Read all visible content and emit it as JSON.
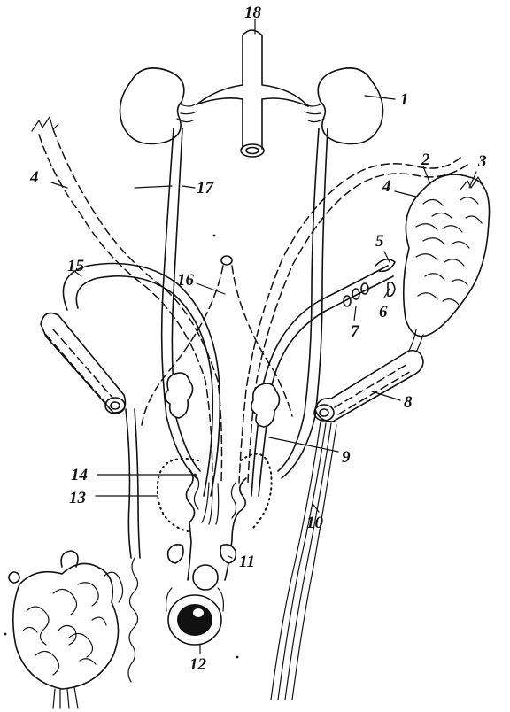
{
  "labels": [
    {
      "id": "1",
      "text": "1"
    },
    {
      "id": "2",
      "text": "2"
    },
    {
      "id": "3",
      "text": "3"
    },
    {
      "id": "4a",
      "text": "4"
    },
    {
      "id": "4b",
      "text": "4"
    },
    {
      "id": "5",
      "text": "5"
    },
    {
      "id": "6",
      "text": "6"
    },
    {
      "id": "7",
      "text": "7"
    },
    {
      "id": "8",
      "text": "8"
    },
    {
      "id": "9",
      "text": "9"
    },
    {
      "id": "10",
      "text": "10"
    },
    {
      "id": "11",
      "text": "11"
    },
    {
      "id": "12",
      "text": "12"
    },
    {
      "id": "13",
      "text": "13"
    },
    {
      "id": "14",
      "text": "14"
    },
    {
      "id": "15",
      "text": "15"
    },
    {
      "id": "16",
      "text": "16"
    },
    {
      "id": "17",
      "text": "17"
    },
    {
      "id": "18",
      "text": "18"
    }
  ]
}
